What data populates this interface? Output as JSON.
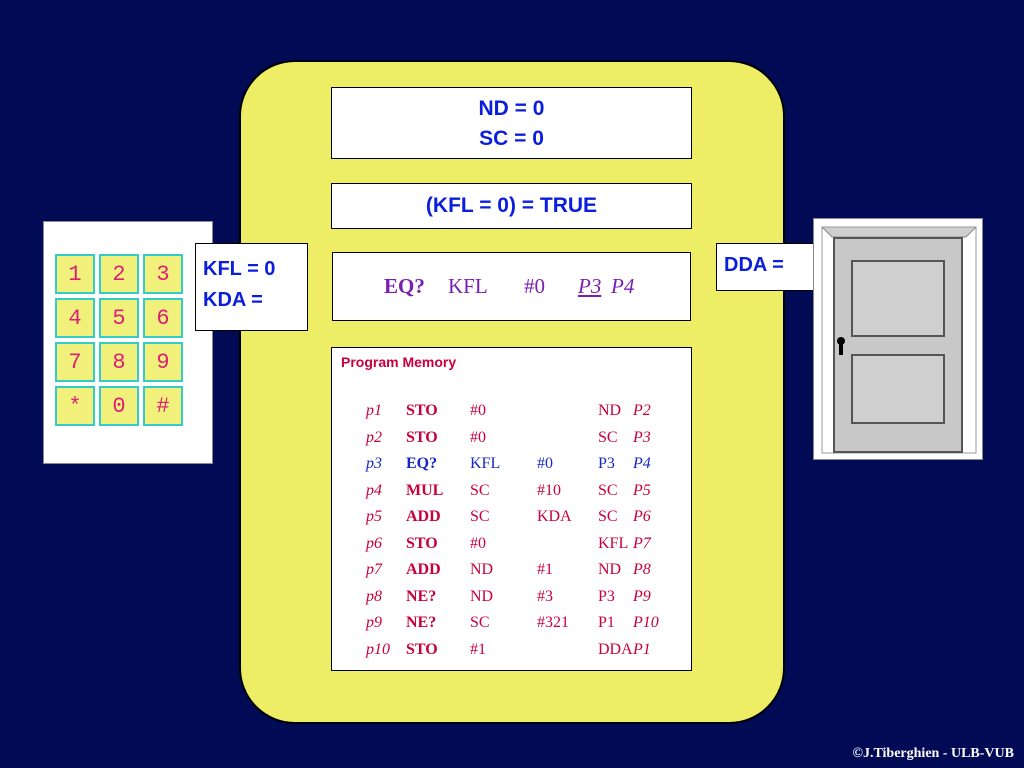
{
  "registers": {
    "line1": "ND = 0",
    "line2": "SC = 0"
  },
  "condition": "(KFL = 0) = TRUE",
  "instruction": {
    "op": "EQ?",
    "a": "KFL",
    "b": "#0",
    "p1": "P3",
    "p2": "P4"
  },
  "keyboard": {
    "keys": [
      "1",
      "2",
      "3",
      "4",
      "5",
      "6",
      "7",
      "8",
      "9",
      "*",
      "0",
      "#"
    ]
  },
  "kfl_box": {
    "line1": "KFL = 0",
    "line2": "KDA ="
  },
  "dda_box": {
    "label": "DDA ="
  },
  "program_memory": {
    "title": "Program Memory",
    "rows": [
      {
        "label": "p1",
        "op": "STO",
        "a": "#0",
        "b": "",
        "c": "ND",
        "next": "P2"
      },
      {
        "label": "p2",
        "op": "STO",
        "a": "#0",
        "b": "",
        "c": "SC",
        "next": "P3"
      },
      {
        "label": "p3",
        "op": "EQ?",
        "a": "KFL",
        "b": "#0",
        "c": "P3",
        "next": "P4"
      },
      {
        "label": "p4",
        "op": "MUL",
        "a": "SC",
        "b": "#10",
        "c": "SC",
        "next": "P5"
      },
      {
        "label": "p5",
        "op": "ADD",
        "a": "SC",
        "b": "KDA",
        "c": "SC",
        "next": "P6"
      },
      {
        "label": "p6",
        "op": "STO",
        "a": "#0",
        "b": "",
        "c": "KFL",
        "next": "P7"
      },
      {
        "label": "p7",
        "op": "ADD",
        "a": "ND",
        "b": "#1",
        "c": "ND",
        "next": "P8"
      },
      {
        "label": "p8",
        "op": "NE?",
        "a": "ND",
        "b": "#3",
        "c": "P3",
        "next": "P9"
      },
      {
        "label": "p9",
        "op": "NE?",
        "a": "SC",
        "b": "#321",
        "c": "P1",
        "next": "P10"
      },
      {
        "label": "p10",
        "op": "STO",
        "a": "#1",
        "b": "",
        "c": "DDA",
        "next": "P1"
      }
    ]
  },
  "copyright": "©J.Tiberghien - ULB-VUB",
  "colors": {
    "background": "#000a55",
    "cpu": "#eded66",
    "register_text": "#0a1edc",
    "memory_text": "#c8003c",
    "key_fill": "#f0f07a",
    "key_border": "#33cccc",
    "key_text": "#dc1e78"
  }
}
